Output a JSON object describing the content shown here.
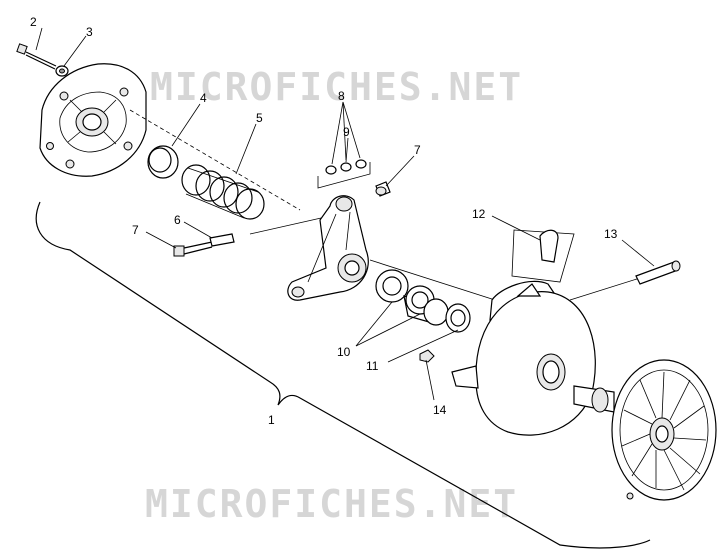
{
  "watermark": "MICROFICHES.NET",
  "callouts": [
    {
      "id": "label-2",
      "text": "2"
    },
    {
      "id": "label-3",
      "text": "3"
    },
    {
      "id": "label-4",
      "text": "4"
    },
    {
      "id": "label-5",
      "text": "5"
    },
    {
      "id": "label-8",
      "text": "8"
    },
    {
      "id": "label-9",
      "text": "9"
    },
    {
      "id": "label-7a",
      "text": "7"
    },
    {
      "id": "label-7b",
      "text": "7"
    },
    {
      "id": "label-6",
      "text": "6"
    },
    {
      "id": "label-12",
      "text": "12"
    },
    {
      "id": "label-13",
      "text": "13"
    },
    {
      "id": "label-10",
      "text": "10"
    },
    {
      "id": "label-11",
      "text": "11"
    },
    {
      "id": "label-14",
      "text": "14"
    },
    {
      "id": "label-1",
      "text": "1"
    }
  ]
}
